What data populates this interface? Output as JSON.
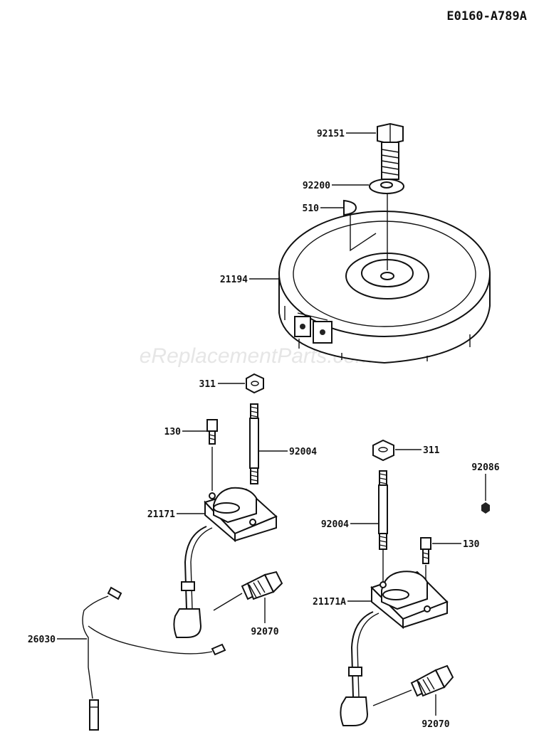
{
  "diagram_code": "E0160-A789A",
  "watermark": "eReplacementParts.com",
  "parts": [
    {
      "id": "p92151",
      "label": "92151",
      "name": "bolt"
    },
    {
      "id": "p92200",
      "label": "92200",
      "name": "washer"
    },
    {
      "id": "p510",
      "label": "510",
      "name": "key"
    },
    {
      "id": "p21194",
      "label": "21194",
      "name": "flywheel"
    },
    {
      "id": "p311a",
      "label": "311",
      "name": "nut"
    },
    {
      "id": "p130a",
      "label": "130",
      "name": "bolt"
    },
    {
      "id": "p92004a",
      "label": "92004",
      "name": "stud"
    },
    {
      "id": "p21171",
      "label": "21171",
      "name": "ignition coil"
    },
    {
      "id": "p92070a",
      "label": "92070",
      "name": "spark plug"
    },
    {
      "id": "p26030",
      "label": "26030",
      "name": "wire harness"
    },
    {
      "id": "p311b",
      "label": "311",
      "name": "nut"
    },
    {
      "id": "p92086",
      "label": "92086",
      "name": "nut"
    },
    {
      "id": "p92004b",
      "label": "92004",
      "name": "stud"
    },
    {
      "id": "p130b",
      "label": "130",
      "name": "bolt"
    },
    {
      "id": "p21171A",
      "label": "21171A",
      "name": "ignition coil"
    },
    {
      "id": "p92070b",
      "label": "92070",
      "name": "spark plug"
    }
  ]
}
